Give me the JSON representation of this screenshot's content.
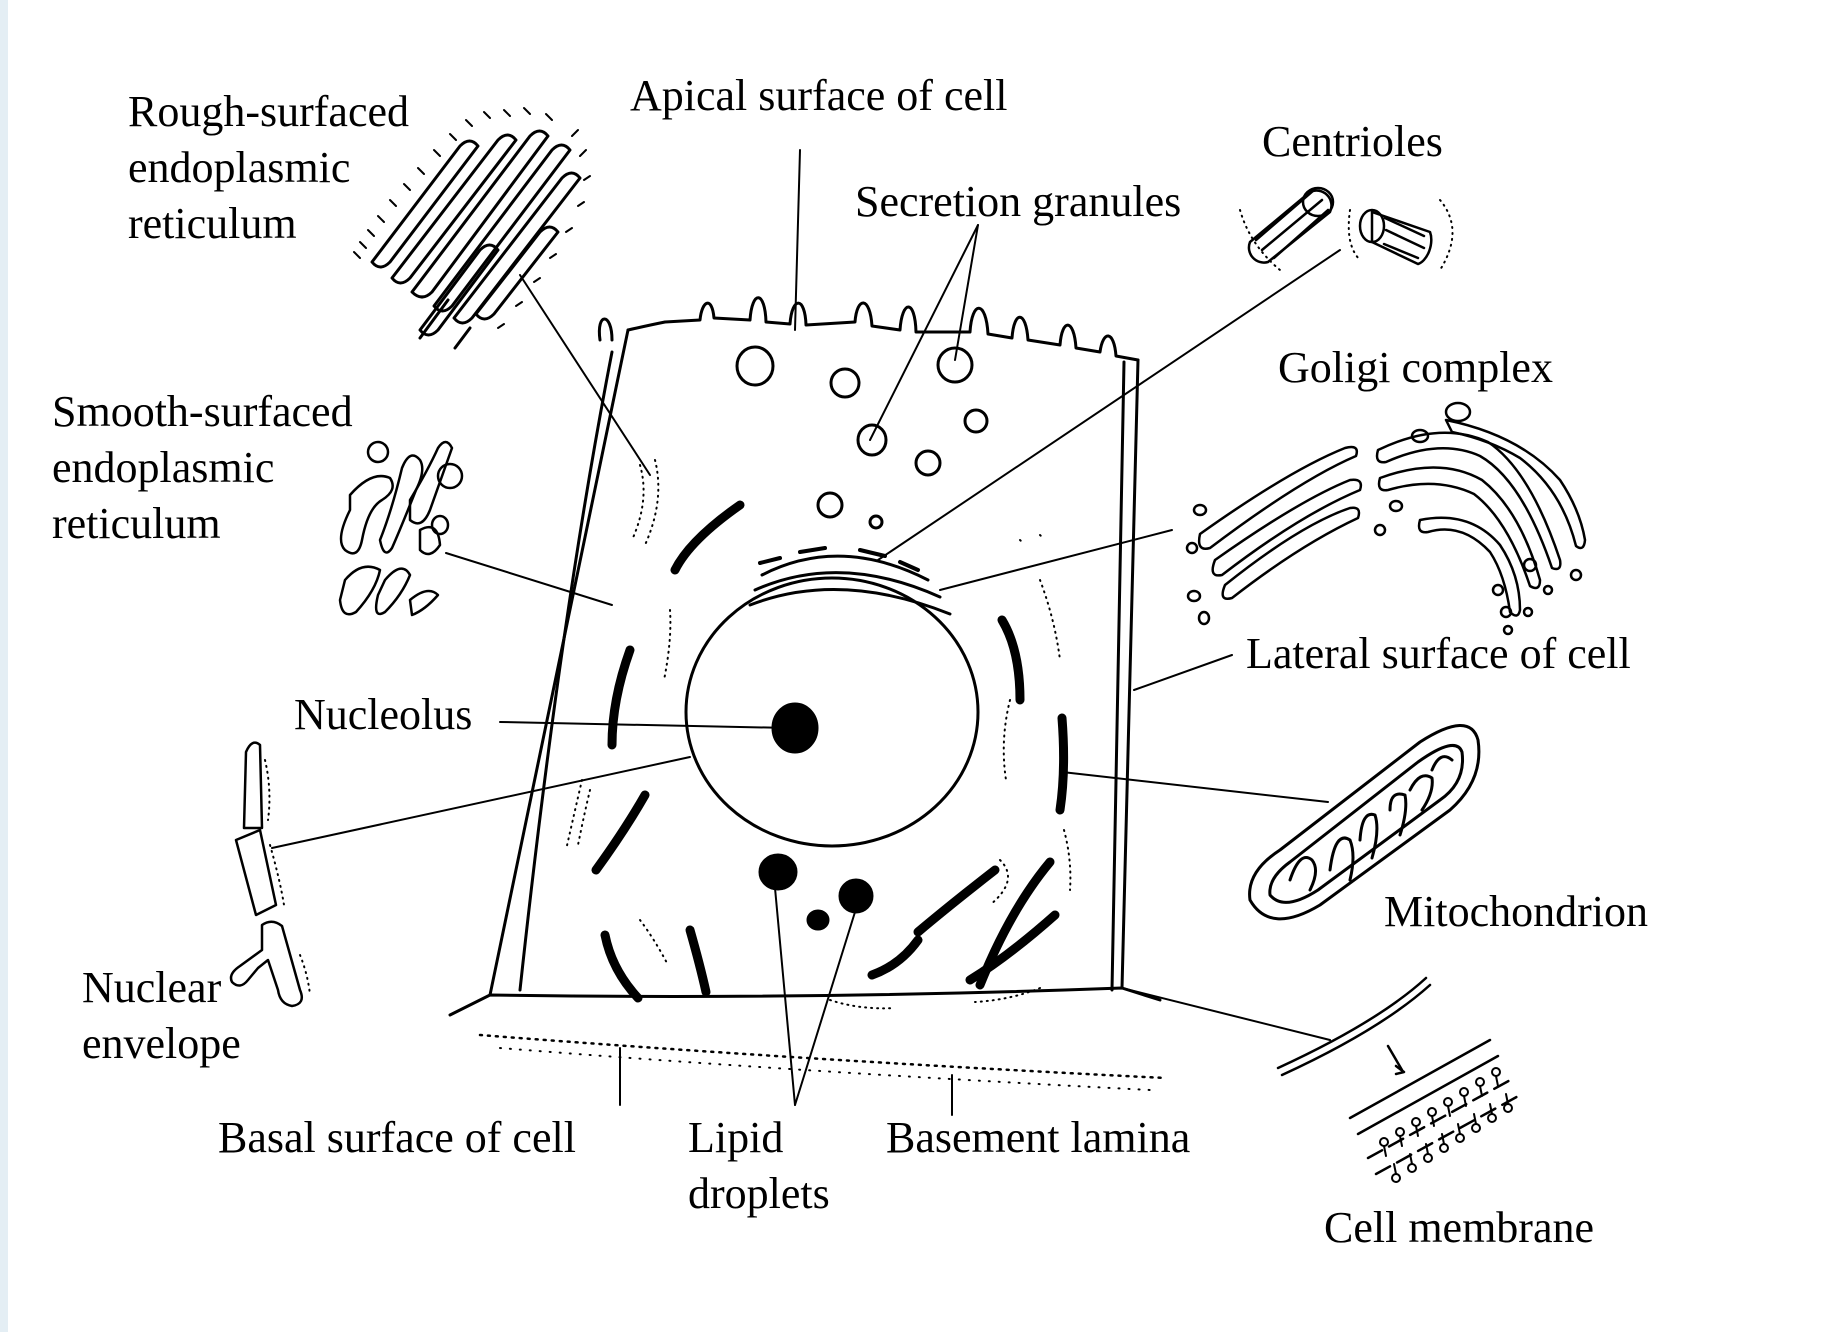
{
  "labels": {
    "rough_er": [
      "Rough-surfaced",
      "endoplasmic",
      "reticulum"
    ],
    "apical": "Apical surface of cell",
    "centrioles": "Centrioles",
    "secretion": "Secretion granules",
    "golgi": "Goligi complex",
    "smooth_er": [
      "Smooth-surfaced",
      "endoplasmic",
      "reticulum"
    ],
    "lateral": "Lateral surface of cell",
    "nucleolus": "Nucleolus",
    "mitochondrion": "Mitochondrion",
    "nuclear_envelope": [
      "Nuclear",
      "envelope"
    ],
    "basal": "Basal surface of cell",
    "lipid": [
      "Lipid",
      "droplets"
    ],
    "basement": "Basement lamina",
    "cell_membrane": "Cell membrane"
  },
  "colors": {
    "ink": "#000000",
    "background": "#ffffff"
  }
}
